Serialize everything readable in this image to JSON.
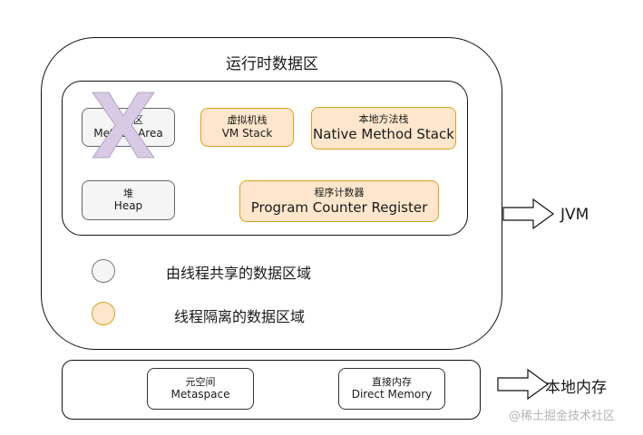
{
  "title": "运行时数据区",
  "runtime_nodes": {
    "method_area": {
      "zh": "方法区",
      "en": "Method Area",
      "struck_out": true,
      "strike_mark": "X",
      "strike_color": "#d8c9e4"
    },
    "vm_stack": {
      "zh": "虚拟机栈",
      "en": "VM Stack"
    },
    "native_method_stack": {
      "zh": "本地方法栈",
      "en": "Native Method Stack"
    },
    "heap": {
      "zh": "堆",
      "en": "Heap"
    },
    "program_counter": {
      "zh": "程序计数器",
      "en": "Program Counter Register"
    }
  },
  "legend": [
    {
      "label": "由线程共享的数据区域",
      "color": "#f5f5f5"
    },
    {
      "label": "线程隔离的数据区域",
      "color": "#ffe6cc"
    }
  ],
  "native_nodes": {
    "metaspace": {
      "zh": "元空间",
      "en": "Metaspace"
    },
    "direct_memory": {
      "zh": "直接内存",
      "en": "Direct Memory"
    }
  },
  "arrows": {
    "jvm": "JVM",
    "native_memory": "本地内存"
  },
  "watermark": "@稀土掘金技术社区"
}
